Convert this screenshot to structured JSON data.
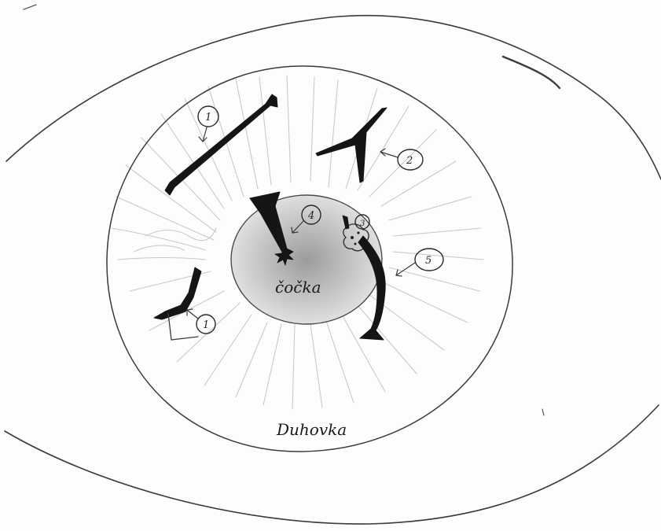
{
  "labels": {
    "pupil": "čočka",
    "iris": "Duhovka"
  },
  "markers": [
    {
      "id": "marker-1-top",
      "number": "1"
    },
    {
      "id": "marker-2",
      "number": "2"
    },
    {
      "id": "marker-4",
      "number": "4"
    },
    {
      "id": "marker-3",
      "number": "3"
    },
    {
      "id": "marker-5",
      "number": "5"
    },
    {
      "id": "marker-1-bottom",
      "number": "1"
    }
  ],
  "colors": {
    "pencil": "#3a3a3a",
    "ink": "#151515",
    "paper": "#fdfdfc"
  }
}
